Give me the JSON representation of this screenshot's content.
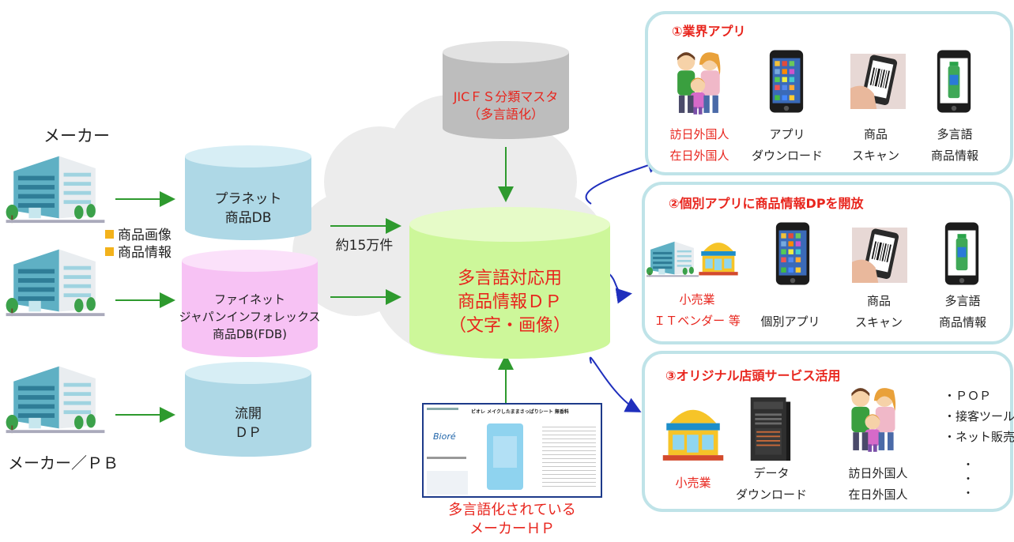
{
  "colors": {
    "accent_red": "#e8251d",
    "db_blue": "#aed8e6",
    "db_pink": "#f7c2f4",
    "db_green": "#cdf79a",
    "db_gray": "#bdbdbd",
    "panel_border": "#bfe3e8",
    "arrow_green": "#2e9a2e",
    "arrow_blue": "#1f2fbd"
  },
  "left": {
    "maker_label": "メーカー",
    "maker_pb_label": "メーカー／ＰＢ",
    "bullets": [
      "商品画像",
      "商品情報"
    ]
  },
  "databases": {
    "planet": [
      "プラネット",
      "商品DB"
    ],
    "finet": [
      "ファイネット",
      "ジャパンインフォレックス",
      "商品DB(FDB)"
    ],
    "ryuhan": [
      "流開",
      "ＤＰ"
    ],
    "jicfs": [
      "JICＦＳ分類マスタ",
      "（多言語化）"
    ],
    "main": [
      "多言語対応用",
      "商品情報ＤＰ",
      "（文字・画像）"
    ]
  },
  "count_label": "約15万件",
  "maker_hp": {
    "caption": [
      "多言語化されている",
      "メーカーＨＰ"
    ],
    "page_title": "ビオレ メイクしたままさっぱりシート 無香料",
    "brand": "Bioré"
  },
  "panels": [
    {
      "title": "①業界アプリ",
      "captions": [
        [
          "訪日外国人",
          "在日外国人"
        ],
        [
          "アプリ",
          "ダウンロード"
        ],
        [
          "商品",
          "スキャン"
        ],
        [
          "多言語",
          "商品情報"
        ]
      ]
    },
    {
      "title": "②個別アプリに商品情報DPを開放",
      "captions": [
        [
          "小売業",
          "ＩＴベンダー 等"
        ],
        [
          "個別アプリ"
        ],
        [
          "商品",
          "スキャン"
        ],
        [
          "多言語",
          "商品情報"
        ]
      ]
    },
    {
      "title": "③オリジナル店頭サービス活用",
      "captions": [
        [
          "小売業"
        ],
        [
          "データ",
          "ダウンロード"
        ],
        [
          "訪日外国人",
          "在日外国人"
        ]
      ],
      "list": [
        "・ＰＯＰ",
        "・接客ツール",
        "・ネット販売"
      ],
      "list_more": [
        "・",
        "・",
        "・"
      ]
    }
  ],
  "icons": [
    "office-building-icon",
    "database-icon",
    "smartphone-icon",
    "barcode-scan-icon",
    "family-icon",
    "store-icon",
    "server-icon",
    "webpage-icon"
  ]
}
